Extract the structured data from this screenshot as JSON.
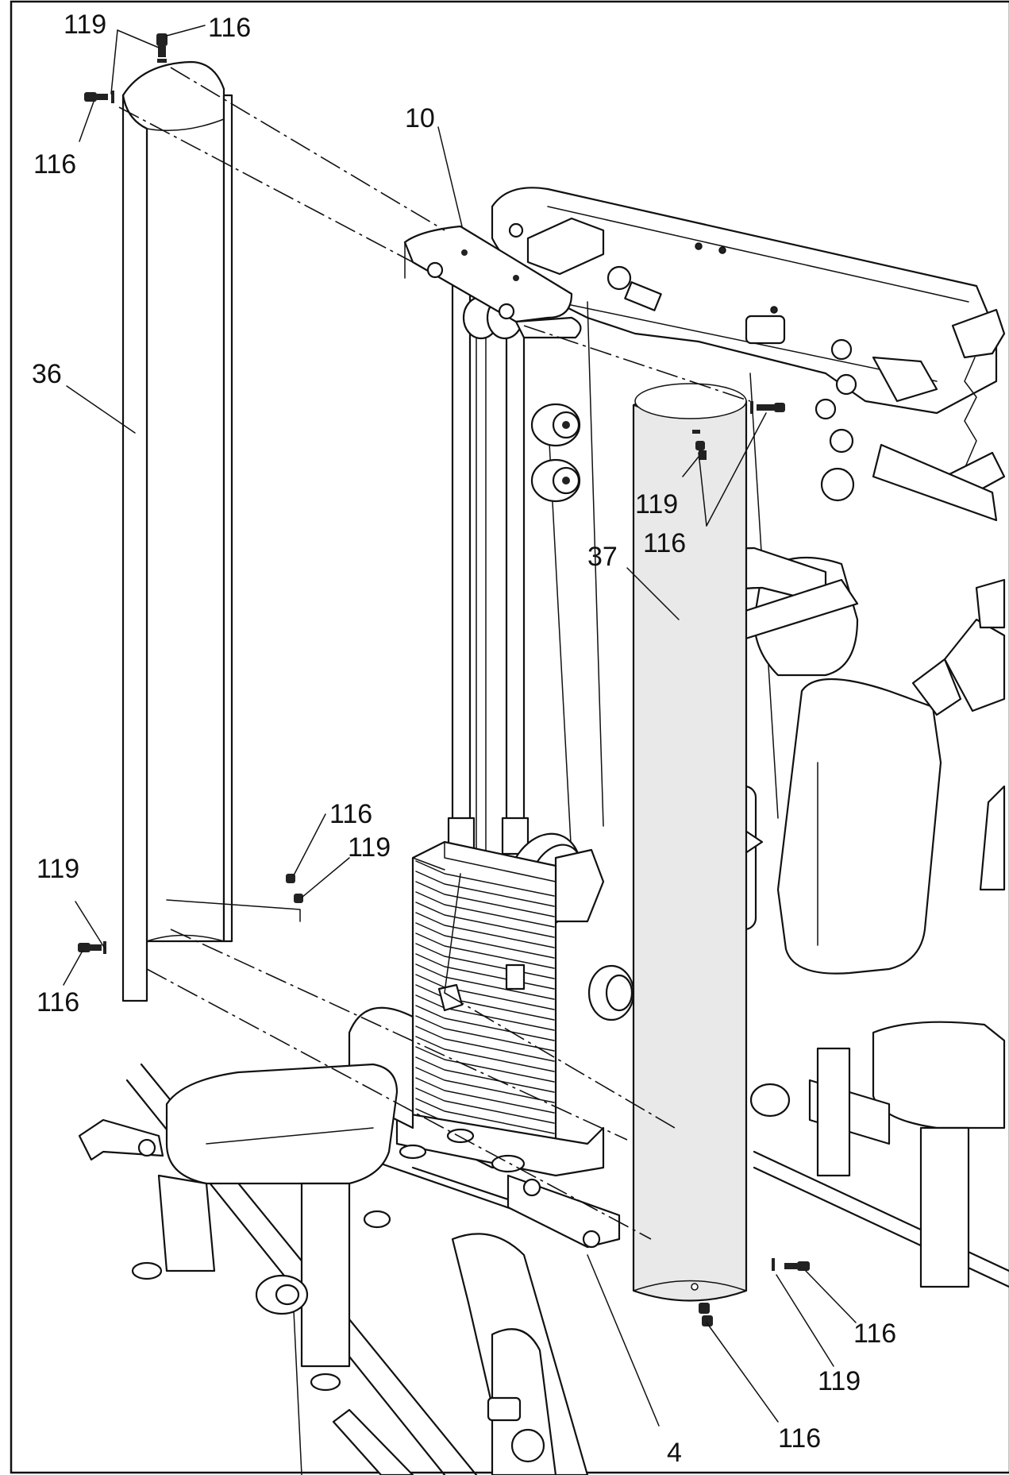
{
  "diagram": {
    "callouts": [
      {
        "id": "c119-top",
        "text": "119"
      },
      {
        "id": "c116-top",
        "text": "116"
      },
      {
        "id": "c116-topleft",
        "text": "116"
      },
      {
        "id": "c10",
        "text": "10"
      },
      {
        "id": "c36",
        "text": "36"
      },
      {
        "id": "c119-mid",
        "text": "119"
      },
      {
        "id": "c116-mid",
        "text": "116"
      },
      {
        "id": "c37",
        "text": "37"
      },
      {
        "id": "c116-lowmid",
        "text": "116"
      },
      {
        "id": "c119-lowmid",
        "text": "119"
      },
      {
        "id": "c119-left",
        "text": "119"
      },
      {
        "id": "c116-left",
        "text": "116"
      },
      {
        "id": "c116-br",
        "text": "116"
      },
      {
        "id": "c119-br",
        "text": "119"
      },
      {
        "id": "c116-bottom",
        "text": "116"
      },
      {
        "id": "c4",
        "text": "4"
      }
    ]
  }
}
